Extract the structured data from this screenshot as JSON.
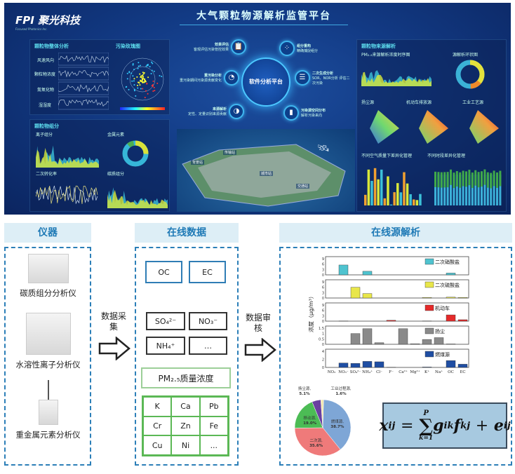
{
  "dashboard": {
    "logo": "FPI 聚光科技",
    "logo_sub": "Focused Photonics Inc.",
    "title": "大气颗粒物源解析监管平台",
    "left": {
      "title": "颗粒物整体分析",
      "rows": [
        "风速风向",
        "颗粒物浓度",
        "氮氧化物",
        "湿湿度"
      ],
      "rose_title": "污染玫瑰图"
    },
    "comp": {
      "title": "颗粒物组分",
      "ion": "离子组分",
      "metal": "金属元素",
      "conv": "二次转化率",
      "carbon": "碳质组分"
    },
    "core": "软件分析平台",
    "nodes": [
      {
        "label": "效果评估",
        "desc": "客观评估污染管控效果",
        "icon": "📋"
      },
      {
        "label": "组分重构",
        "desc": "精确捕捉组分",
        "icon": "⁘"
      },
      {
        "label": "重污染分析",
        "desc": "重污染期间污染源贡献变化",
        "icon": "◔"
      },
      {
        "label": "二次生成分析",
        "desc": "SOR、NOR分析 评估二次污染",
        "icon": "☰"
      },
      {
        "label": "来源解析",
        "desc": "定性、定量识别来源贡献",
        "icon": "◑"
      },
      {
        "label": "污染源空间分布",
        "desc": "解析污染来向",
        "icon": "▮"
      }
    ],
    "map_labels": [
      "背景站",
      "传输站",
      "城市站",
      "交通站"
    ],
    "right": {
      "title": "颗粒物来源解析",
      "ts": "PM₂.₅来源解析浓度时序图",
      "ring": "源解析环状图",
      "polar": [
        "扬尘源",
        "机动车排放源",
        "工业工艺源"
      ],
      "aq": "不同空气质量下差异化管理",
      "period": "不同时段差异化管理"
    }
  },
  "sections": {
    "instruments": {
      "title": "仪器",
      "items": [
        "碳质组分分析仪",
        "水溶性离子分析仪",
        "重金属元素分析仪"
      ]
    },
    "flow1": "数据采集",
    "flow2": "数据审核",
    "online": {
      "title": "在线数据",
      "carbon": [
        "OC",
        "EC"
      ],
      "ions": [
        "SO₄²⁻",
        "NO₃⁻",
        "NH₄⁺",
        "…"
      ],
      "pm": "PM₂.₅质量浓度",
      "metals": [
        "K",
        "Ca",
        "Pb",
        "Cr",
        "Zn",
        "Fe",
        "Cu",
        "Ni",
        "..."
      ]
    },
    "source": {
      "title": "在线源解析"
    }
  },
  "chart_data": [
    {
      "type": "bar",
      "ylabel": "浓度（μg/m³）",
      "categories": [
        "NO₃",
        "NO₃⁻",
        "SO₄²⁻",
        "NH₄⁺",
        "Cl⁻",
        "F⁻",
        "Ca²⁺",
        "Mg²⁺",
        "K⁺",
        "Na⁺",
        "OC",
        "EC"
      ],
      "series": [
        {
          "name": "二次硝酸盐",
          "color": "#4fc3cf",
          "ylim": [
            0,
            9
          ],
          "ticks": [
            0,
            3,
            6,
            9
          ],
          "values": [
            0,
            5.5,
            0,
            2,
            0,
            0,
            0,
            0,
            0,
            0,
            1,
            0
          ]
        },
        {
          "name": "二次硫酸盐",
          "color": "#e8e64a",
          "ylim": [
            0,
            9
          ],
          "ticks": [
            0,
            3,
            6,
            9
          ],
          "values": [
            0,
            0,
            6,
            2.5,
            0,
            0,
            0,
            0,
            0.3,
            0,
            0.5,
            0.3
          ]
        },
        {
          "name": "机动车",
          "color": "#e52a2a",
          "ylim": [
            0,
            9
          ],
          "ticks": [
            0,
            3,
            6,
            9
          ],
          "values": [
            0,
            0.1,
            0,
            0,
            0,
            0.5,
            0,
            0,
            0.1,
            0,
            3.5,
            0.8
          ]
        },
        {
          "name": "扬尘",
          "color": "#8a8a8a",
          "ylim": [
            0,
            1.5
          ],
          "ticks": [
            0,
            0.5,
            1.0,
            1.5
          ],
          "values": [
            0,
            0,
            1.0,
            1.45,
            0.15,
            0,
            1.45,
            0.05,
            0.45,
            0.62,
            0.03,
            0
          ]
        },
        {
          "name": "燃煤源",
          "color": "#1f4ea3",
          "ylim": [
            0,
            4
          ],
          "ticks": [
            0,
            2,
            4
          ],
          "values": [
            0,
            1.1,
            1.0,
            1.5,
            1.4,
            0.05,
            0,
            0,
            0.1,
            0,
            1.7,
            0.8
          ]
        }
      ]
    },
    {
      "type": "pie",
      "slices": [
        {
          "label": "燃煤源",
          "value": 38.7,
          "pct": "38.7%",
          "color": "#7ea6d6"
        },
        {
          "label": "二次源",
          "value": 35.6,
          "pct": "35.6%",
          "color": "#ef7a7a"
        },
        {
          "label": "移动源",
          "value": 19.0,
          "pct": "19.0%",
          "color": "#4cbc55"
        },
        {
          "label": "扬尘源",
          "value": 5.1,
          "pct": "5.1%",
          "color": "#6a3fa0"
        },
        {
          "label": "工业过程源",
          "value": 1.6,
          "pct": "1.6%",
          "color": "#f3e7b0"
        }
      ]
    }
  ],
  "formula": {
    "lhs": "x",
    "lhs_sub": "ij",
    "eq": "=",
    "sum_top": "P",
    "sum_bot": "k=1",
    "g": "g",
    "g_sub": "ik",
    "f": "f",
    "f_sub": "kj",
    "plus": "+",
    "e": "e",
    "e_sub": "ij"
  }
}
